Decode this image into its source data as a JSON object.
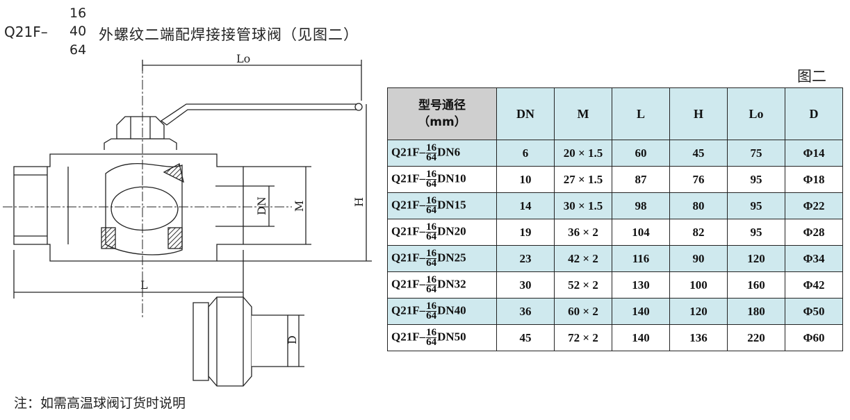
{
  "header": {
    "model_prefix": "Q21F–",
    "pressures": [
      "16",
      "40",
      "64"
    ],
    "title": "外螺纹二端配焊接接管球阀（见图二）",
    "figure_label": "图二"
  },
  "drawing": {
    "dimension_labels": {
      "lo": "Lo",
      "l": "L",
      "dn": "DN",
      "m": "M",
      "h": "H",
      "d": "D"
    }
  },
  "table": {
    "corner_line1": "型号通径",
    "corner_line2": "（mm）",
    "columns": [
      "DN",
      "M",
      "L",
      "H",
      "Lo",
      "D"
    ],
    "rows": [
      {
        "prefix": "Q21F–",
        "num": "16",
        "den": "64",
        "size": "DN6",
        "dn": "6",
        "m": "20 × 1.5",
        "l": "60",
        "h": "45",
        "lo": "75",
        "d": "Φ14"
      },
      {
        "prefix": "Q21F–",
        "num": "16",
        "den": "64",
        "size": "DN10",
        "dn": "10",
        "m": "27 × 1.5",
        "l": "87",
        "h": "76",
        "lo": "95",
        "d": "Φ18"
      },
      {
        "prefix": "Q21F–",
        "num": "16",
        "den": "64",
        "size": "DN15",
        "dn": "14",
        "m": "30 × 1.5",
        "l": "98",
        "h": "80",
        "lo": "95",
        "d": "Φ22"
      },
      {
        "prefix": "Q21F–",
        "num": "16",
        "den": "64",
        "size": "DN20",
        "dn": "19",
        "m": "36 × 2",
        "l": "104",
        "h": "82",
        "lo": "95",
        "d": "Φ28"
      },
      {
        "prefix": "Q21F–",
        "num": "16",
        "den": "64",
        "size": "DN25",
        "dn": "23",
        "m": "42 × 2",
        "l": "116",
        "h": "90",
        "lo": "120",
        "d": "Φ34"
      },
      {
        "prefix": "Q21F–",
        "num": "16",
        "den": "64",
        "size": "DN32",
        "dn": "30",
        "m": "52 × 2",
        "l": "130",
        "h": "100",
        "lo": "160",
        "d": "Φ42"
      },
      {
        "prefix": "Q21F–",
        "num": "16",
        "den": "64",
        "size": "DN40",
        "dn": "36",
        "m": "60 × 2",
        "l": "140",
        "h": "120",
        "lo": "180",
        "d": "Φ50"
      },
      {
        "prefix": "Q21F–",
        "num": "16",
        "den": "64",
        "size": "DN50",
        "dn": "45",
        "m": "72 × 2",
        "l": "140",
        "h": "136",
        "lo": "220",
        "d": "Φ60"
      }
    ]
  },
  "note": "注：如需高温球阀订货时说明",
  "colors": {
    "header_fill": "#cfe9ee",
    "corner_fill": "#cfcfcf",
    "hatch": "#333333"
  }
}
